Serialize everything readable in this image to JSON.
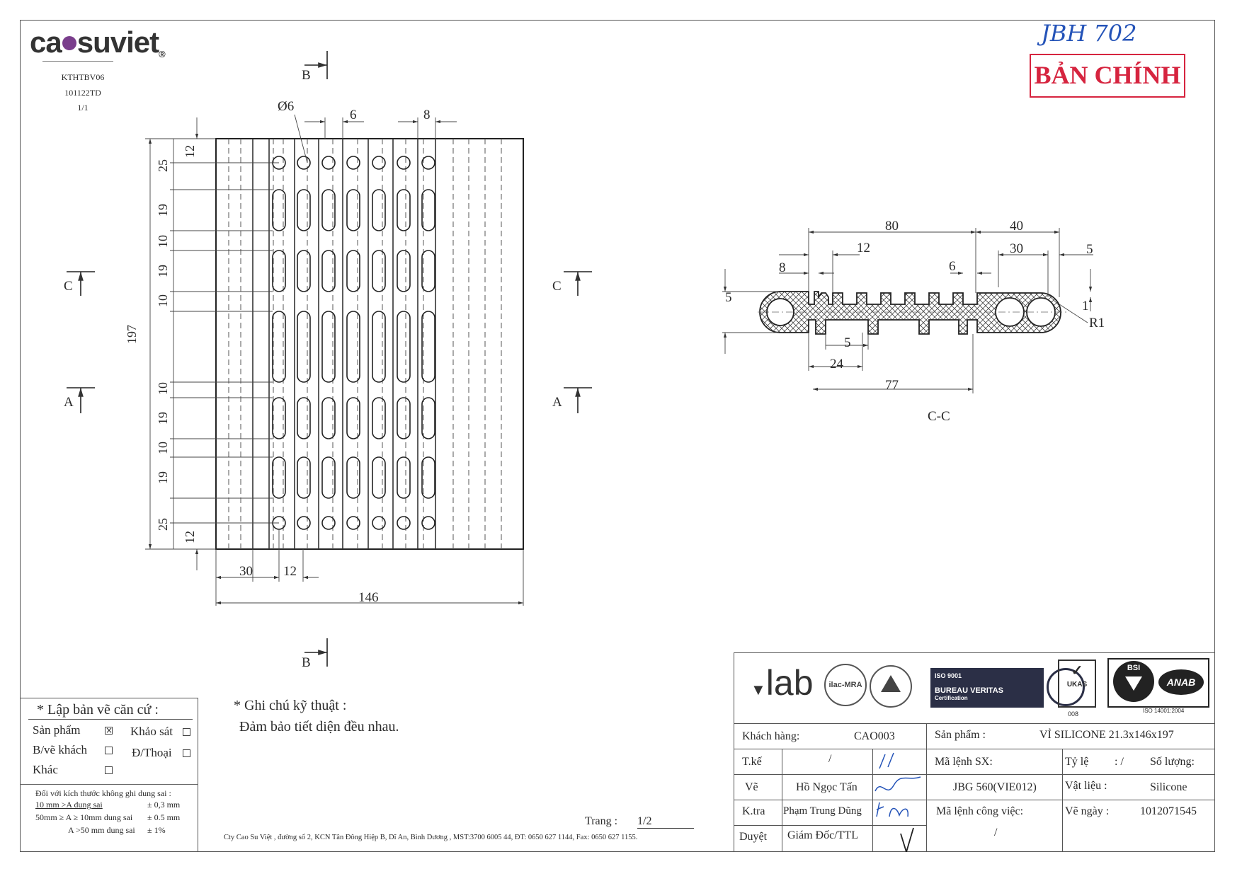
{
  "company": {
    "logo_text_left": "ca",
    "logo_text_right": "suviet",
    "logo_reg": "®",
    "doc_code": "KTHTBV06",
    "doc_rev": "101122TD",
    "doc_sheet": "1/1"
  },
  "handwritten_note": "JBH 702",
  "stamp": "BẢN CHÍNH",
  "drawing": {
    "section_b_label": "B",
    "section_c_label": "C",
    "section_a_label": "A",
    "dim_diameter": "Ø6",
    "dim_top_6": "6",
    "dim_top_8": "8",
    "dim_height_total": "197",
    "vertical_dims": [
      "25",
      "12",
      "19",
      "10",
      "19",
      "10",
      "10",
      "19",
      "10",
      "19",
      "25",
      "12"
    ],
    "dim_30": "30",
    "dim_12": "12",
    "dim_width_total": "146",
    "cc_dims": {
      "d80": "80",
      "d40": "40",
      "d12": "12",
      "d30": "30",
      "d5a": "5",
      "d8": "8",
      "d6": "6",
      "d5b": "5",
      "d1": "1",
      "r1": "R1",
      "d5c": "5",
      "d24": "24",
      "d77": "77"
    },
    "cc_label": "C-C"
  },
  "section_basis": {
    "title": "* Lập bản vẽ căn cứ :",
    "items": [
      {
        "label": "Sản phẩm",
        "checked": true
      },
      {
        "label": "Khảo sát",
        "checked": false
      },
      {
        "label": "B/vẽ khách",
        "checked": false
      },
      {
        "label": "Đ/Thoại",
        "checked": false
      },
      {
        "label": "Khác",
        "checked": false
      }
    ],
    "tolerance_title": "Đối với kích thước không ghi dung sai :",
    "tolerances": [
      {
        "range": "10 mm >A  dung sai",
        "value": "± 0,3 mm"
      },
      {
        "range": "50mm ≥ A ≥ 10mm dung sai",
        "value": "± 0.5 mm"
      },
      {
        "range": "A >50 mm dung sai",
        "value": "± 1%"
      }
    ]
  },
  "notes": {
    "title": "* Ghi chú kỹ thuật :",
    "text": "Đảm bảo tiết diện đều nhau."
  },
  "page": {
    "label": "Trang :",
    "value": "1/2"
  },
  "footer": "Cty Cao Su Việt , đường số 2, KCN Tân Đông Hiệp B, Dĩ An, Bình Dương , MST:3700 6005 44, ĐT: 0650 627 1144, Fax: 0650 627 1155.",
  "certs": {
    "vilab": "lab",
    "iso_text": "ISO 9001",
    "bv_text": "BUREAU VERITAS",
    "bv_sub": "Certification",
    "ukas": "UKAS",
    "ukas_num": "008",
    "bsi": "BSI",
    "anab": "ANAB",
    "iso14001": "ISO 14001:2004",
    "mra": "ilac-MRA"
  },
  "title_block": {
    "customer_label": "Khách hàng:",
    "customer_value": "CAO003",
    "product_label": "Sản phẩm   :",
    "product_value": "VỈ SILICONE 21.3x146x197",
    "design_label": "T.kế",
    "design_value": "/",
    "draw_label": "Vẽ",
    "draw_value": "Hồ Ngọc Tấn",
    "check_label": "K.tra",
    "check_value": "Phạm Trung Dũng",
    "approve_label": "Duyệt",
    "approve_value": "Giám  Đốc/TTL",
    "order_label": "Mã lệnh SX:",
    "order_value": "JBG 560(VIE012)",
    "job_label": "Mã lệnh công việc:",
    "job_value": "/",
    "scale_label": "Tỷ lệ",
    "scale_value": ":  /",
    "qty_label": "Số lượng:",
    "material_label": "Vật liệu  :",
    "material_value": "Silicone",
    "date_label": "Vẽ  ngày  :",
    "date_value": "1012071545"
  }
}
